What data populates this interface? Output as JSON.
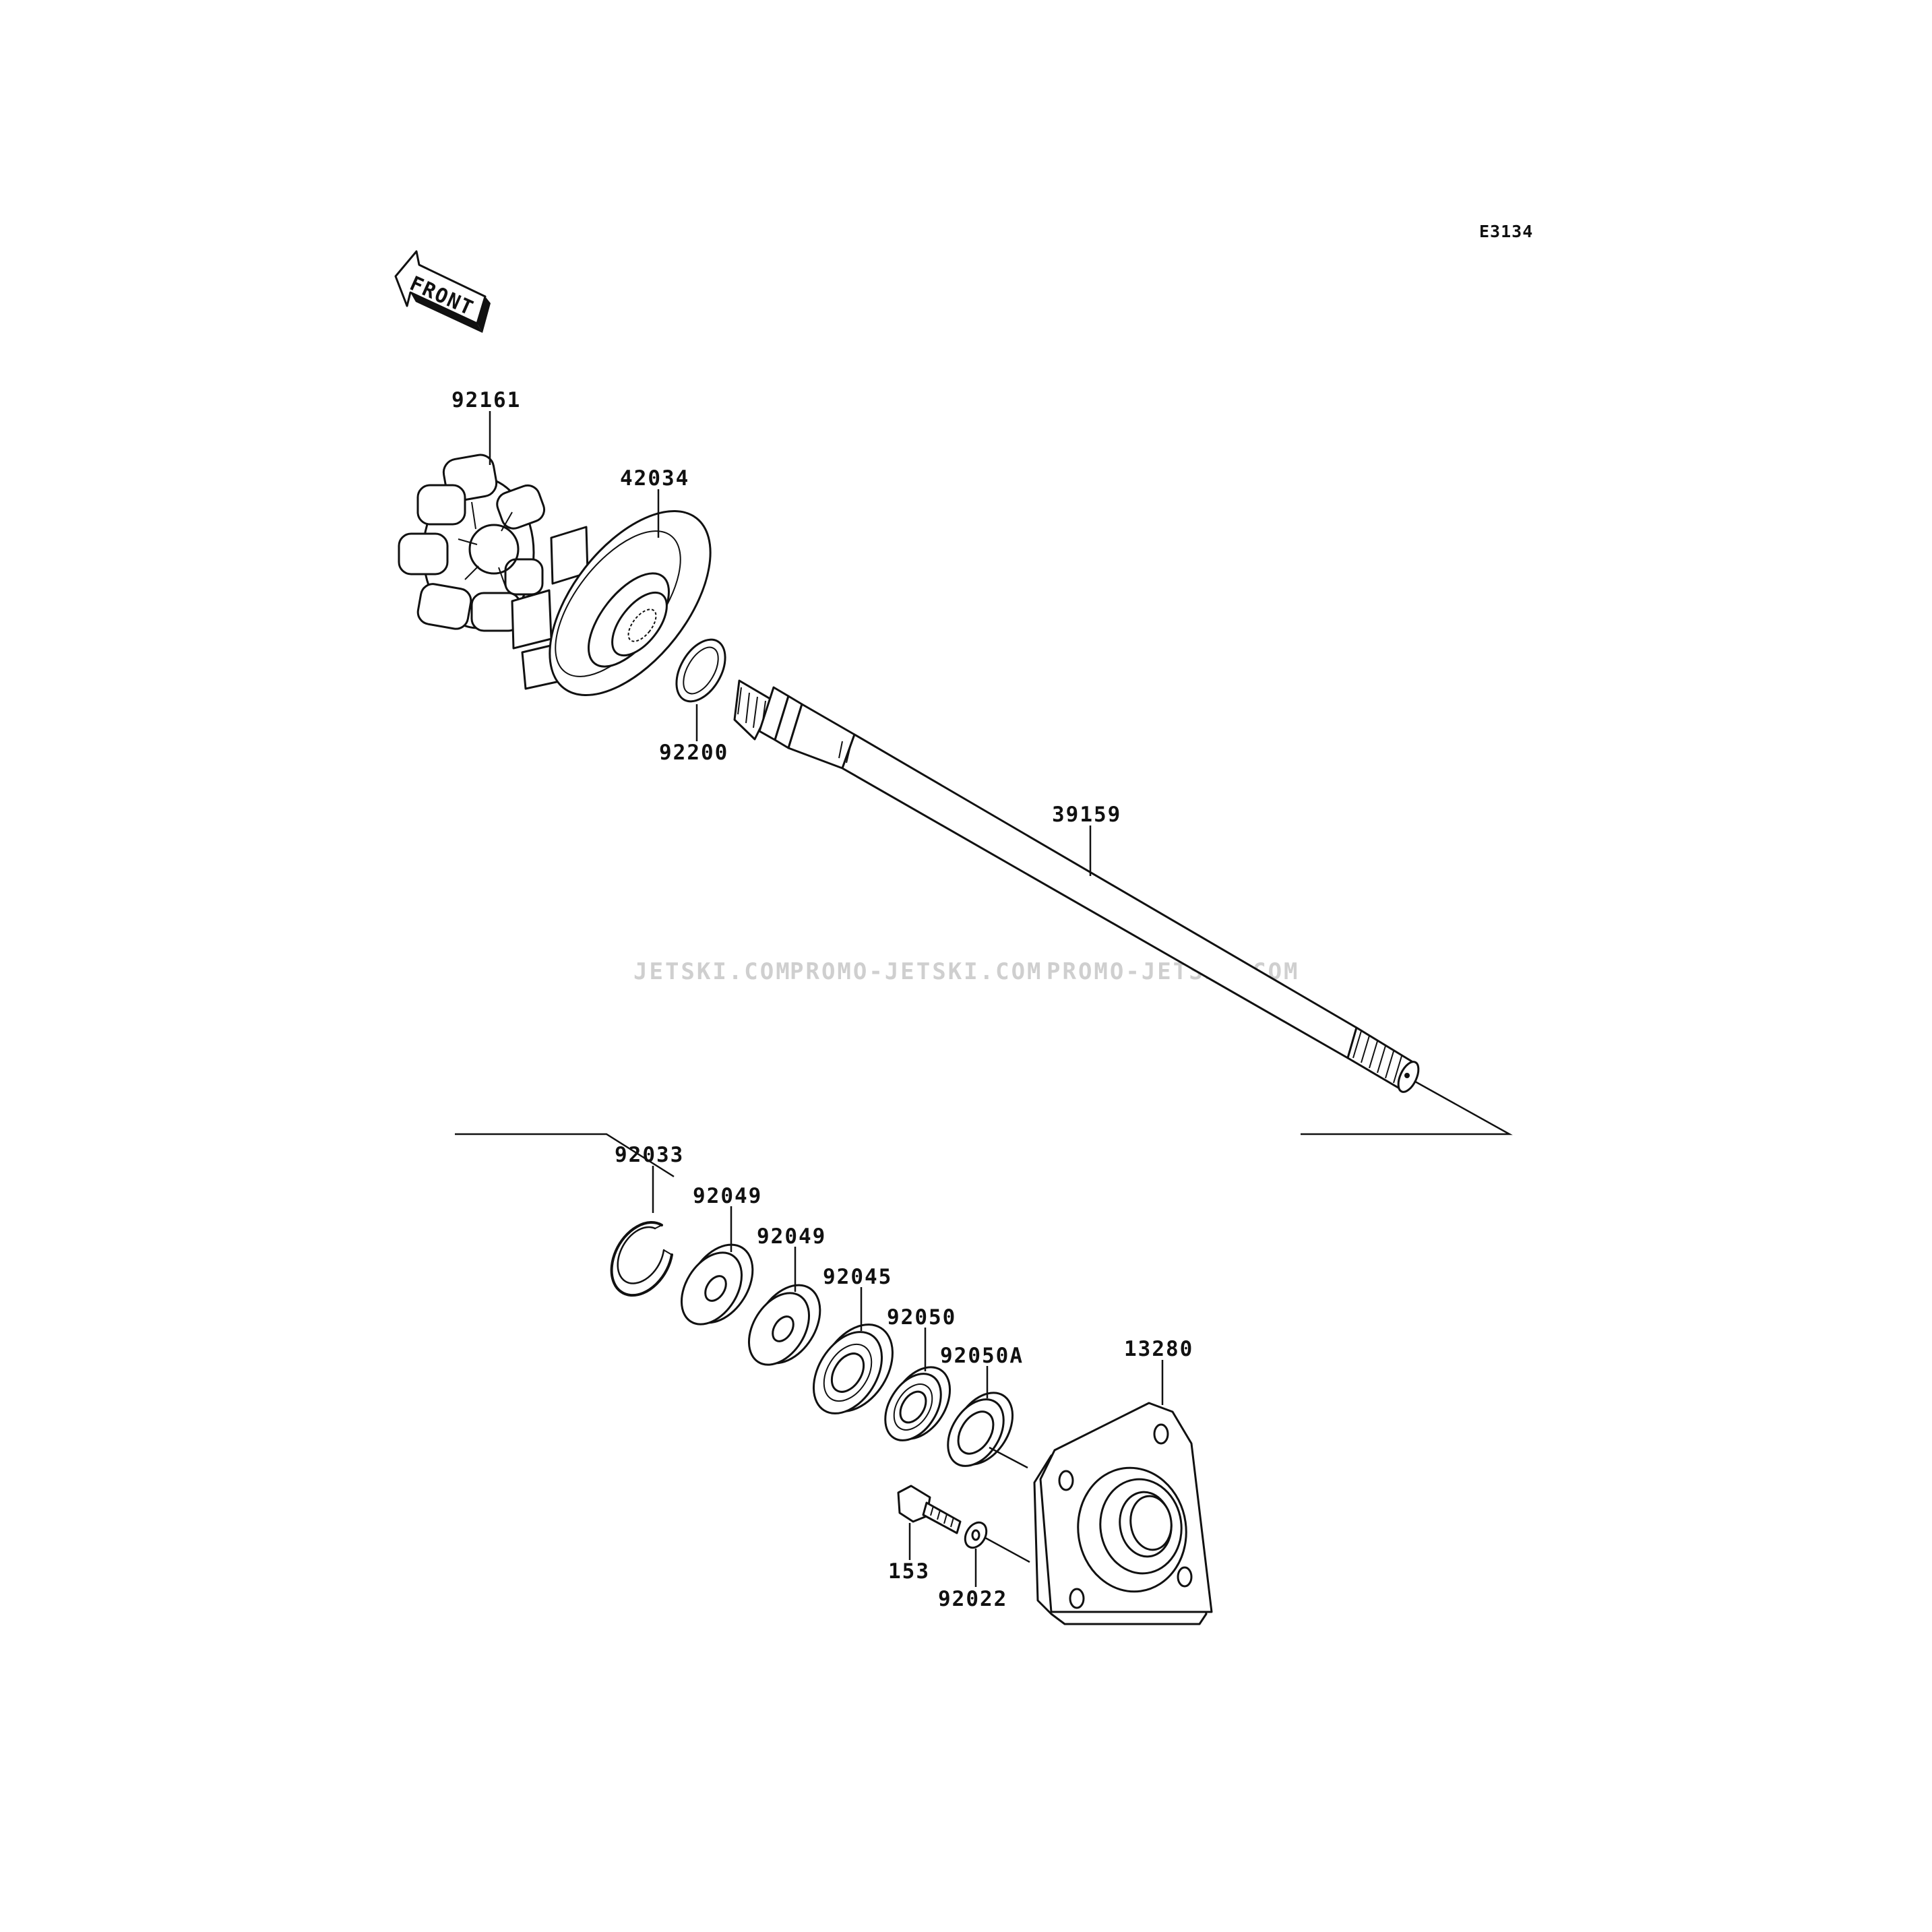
{
  "diagram_code": "E3134",
  "front_label": "FRONT",
  "watermarks": [
    "JETSKI.COM",
    "PROMO-JETSKI.COM",
    "PROMO-JETSKI.COM"
  ],
  "parts": {
    "p92161": "92161",
    "p42034": "42034",
    "p92200": "92200",
    "p39159": "39159",
    "p92033": "92033",
    "p92049a": "92049",
    "p92049b": "92049",
    "p92045": "92045",
    "p92050": "92050",
    "p92050A": "92050A",
    "p13280": "13280",
    "p153": "153",
    "p92022": "92022"
  }
}
